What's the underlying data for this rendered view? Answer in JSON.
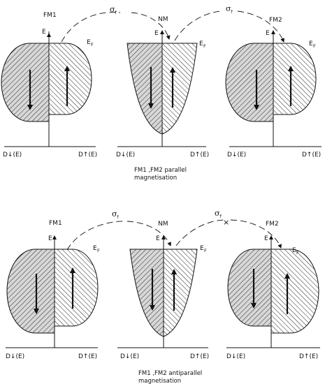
{
  "colors": {
    "line": "#111111",
    "hatch": "#333333",
    "fill": "#d8d8d8",
    "background": "#ffffff"
  },
  "labels": {
    "E": "E",
    "EF": "E",
    "EF_sub": "F",
    "D_down": "D↓(E)",
    "D_up": "D↑(E)",
    "sigma": "σ",
    "sigma_sub": "↑",
    "blocked_mark": "×"
  },
  "panels": [
    {
      "caption_line1": "FM1 ,FM2 parallel",
      "caption_line2": "magnetisation",
      "metals": [
        {
          "name": "FM1",
          "type": "ferromagnet",
          "majority": "left"
        },
        {
          "name": "NM",
          "type": "normal-metal"
        },
        {
          "name": "FM2",
          "type": "ferromagnet",
          "majority": "left"
        }
      ],
      "transfers": [
        {
          "from": "FM1",
          "to": "NM",
          "spin": "σ↑",
          "allowed": true
        },
        {
          "from": "NM",
          "to": "FM2",
          "spin": "σ↑",
          "allowed": true
        }
      ]
    },
    {
      "caption_line1": "FM1 ,FM2 antiparallel",
      "caption_line2": "magnetisation",
      "metals": [
        {
          "name": "FM1",
          "type": "ferromagnet",
          "majority": "left"
        },
        {
          "name": "NM",
          "type": "normal-metal"
        },
        {
          "name": "FM2",
          "type": "ferromagnet",
          "majority": "right"
        }
      ],
      "transfers": [
        {
          "from": "FM1",
          "to": "NM",
          "spin": "σ↑",
          "allowed": true
        },
        {
          "from": "NM",
          "to": "FM2",
          "spin": "σ↑",
          "allowed": false
        }
      ]
    }
  ]
}
